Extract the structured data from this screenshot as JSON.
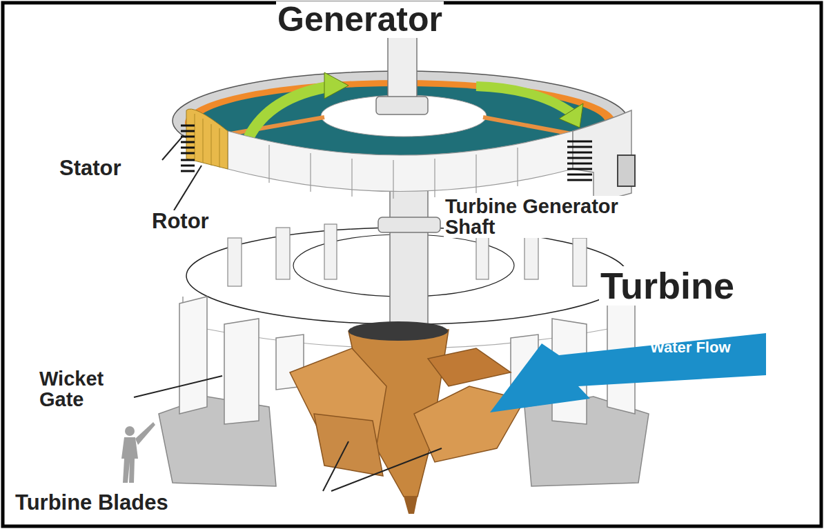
{
  "diagram": {
    "nodes": [
      {
        "text": [
          "Water Flow"
        ]
      }
    ],
    "labels": [
      "Generator",
      "Stator",
      "Rotor",
      "Turbine Generator Shaft",
      "Turbine",
      "Wicket Gate",
      "Turbine Blades"
    ]
  }
}
